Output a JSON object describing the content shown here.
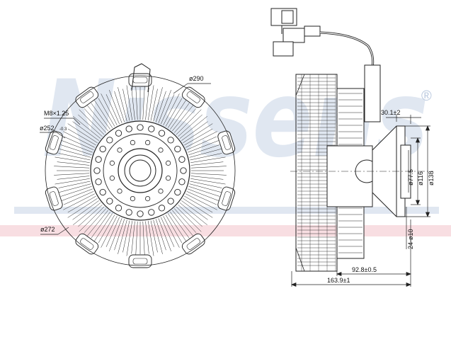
{
  "watermark": {
    "brand": "Nissens",
    "registered": "®",
    "brand_color": "#c7d4e6",
    "band_color": "#f4c8cf"
  },
  "front_view": {
    "dim_outer": "ø290",
    "dim_thread": "M8×1.25",
    "dim_bolt_circle": "ø252",
    "dim_bolt_circle_tol": "-0.3",
    "dim_inner": "ø272"
  },
  "side_view": {
    "dim_flange_depth": "30.1±2",
    "dim_pilot": "ø77.5",
    "dim_flange_inner": "ø116",
    "dim_flange_outer": "ø138",
    "dim_holes": "24-ø10",
    "dim_mid_length": "92.8±0.5",
    "dim_total_length": "163.9±1"
  }
}
